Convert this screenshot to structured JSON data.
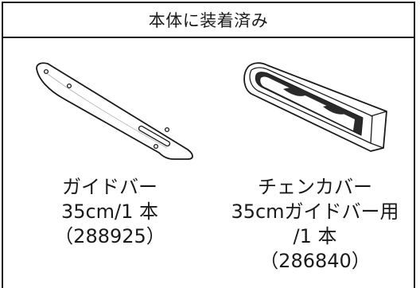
{
  "header": {
    "title": "本体に装着済み"
  },
  "items": [
    {
      "icon": "guide-bar-icon",
      "lines": [
        "ガイドバー",
        "35cm/1 本",
        "（288925）"
      ]
    },
    {
      "icon": "chain-cover-icon",
      "lines": [
        "チェンカバー",
        "35cmガイドバー用",
        "/1 本",
        "（286840）"
      ]
    }
  ]
}
